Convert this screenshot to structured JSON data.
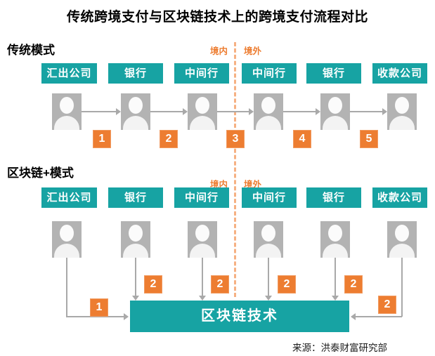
{
  "title": "传统跨境支付与区块链技术上的跨境支付流程对比",
  "regions": {
    "domestic": "境内",
    "overseas": "境外"
  },
  "sections": {
    "traditional": {
      "heading": "传统模式",
      "entities": [
        "汇出公司",
        "银行",
        "中间行",
        "中间行",
        "银行",
        "收款公司"
      ],
      "steps": [
        "1",
        "2",
        "3",
        "4",
        "5"
      ]
    },
    "blockchain": {
      "heading": "区块链+模式",
      "entities": [
        "汇出公司",
        "银行",
        "中间行",
        "中间行",
        "银行",
        "收款公司"
      ],
      "steps": [
        "1",
        "2",
        "2",
        "2",
        "2",
        "2"
      ],
      "hub": "区块链技术"
    }
  },
  "source": "来源：洪泰财富研究部",
  "colors": {
    "teal": "#17A3A3",
    "step_orange": "#ED7D31",
    "divider_orange": "#F6B183",
    "icon_gray": "#B3B3B3",
    "connector_gray": "#A9A9A9"
  }
}
